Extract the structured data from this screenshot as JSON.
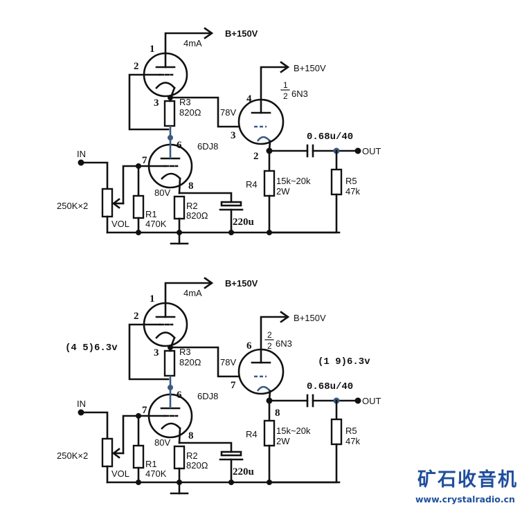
{
  "schematics": [
    {
      "id": "top",
      "supply_label_1": "B+150V",
      "supply_label_2": "B+150V",
      "current_label": "4mA",
      "tube1": {
        "pin_plate": "1",
        "pin_grid": "2",
        "pin_cathode": "3"
      },
      "tube2": {
        "pin_plate": "6",
        "pin_grid": "7",
        "pin_cathode": "8",
        "type": "6DJ8",
        "cathode_voltage": "80V"
      },
      "tube3": {
        "pin_plate": "4",
        "pin_grid": "3",
        "pin_cathode": "2",
        "frac_num": "1",
        "frac_den": "2",
        "type": "6N3"
      },
      "node_voltage": "78V",
      "r3": {
        "name": "R3",
        "value": "820Ω"
      },
      "r1": {
        "name": "R1",
        "value": "470K"
      },
      "r2": {
        "name": "R2",
        "value": "820Ω"
      },
      "r4": {
        "name": "R4",
        "value": "15k~20k",
        "power": "2W"
      },
      "r5": {
        "name": "R5",
        "value": "47k"
      },
      "c_bypass": "220u",
      "c_out": "0.68u/40",
      "input_label": "IN",
      "output_label": "OUT",
      "pot_label": "250K×2",
      "pot_name": "VOL",
      "heater_left": "",
      "heater_right": ""
    },
    {
      "id": "bottom",
      "supply_label_1": "B+150V",
      "supply_label_2": "B+150V",
      "current_label": "4mA",
      "tube1": {
        "pin_plate": "1",
        "pin_grid": "2",
        "pin_cathode": "3"
      },
      "tube2": {
        "pin_plate": "6",
        "pin_grid": "7",
        "pin_cathode": "8",
        "type": "6DJ8",
        "cathode_voltage": "80V"
      },
      "tube3": {
        "pin_plate": "6",
        "pin_grid": "7",
        "pin_cathode": "8",
        "frac_num": "2",
        "frac_den": "2",
        "type": "6N3"
      },
      "node_voltage": "78V",
      "r3": {
        "name": "R3",
        "value": "820Ω"
      },
      "r1": {
        "name": "R1",
        "value": "470K"
      },
      "r2": {
        "name": "R2",
        "value": "820Ω"
      },
      "r4": {
        "name": "R4",
        "value": "15k~20k",
        "power": "2W"
      },
      "r5": {
        "name": "R5",
        "value": "47k"
      },
      "c_bypass": "220u",
      "c_out": "0.68u/40",
      "input_label": "IN",
      "output_label": "OUT",
      "pot_label": "250K×2",
      "pot_name": "VOL",
      "heater_left": "(4 5)6.3v",
      "heater_right": "(1 9)6.3v"
    }
  ],
  "watermark": {
    "title": "矿石收音机",
    "url": "www.crystalradio.cn"
  }
}
